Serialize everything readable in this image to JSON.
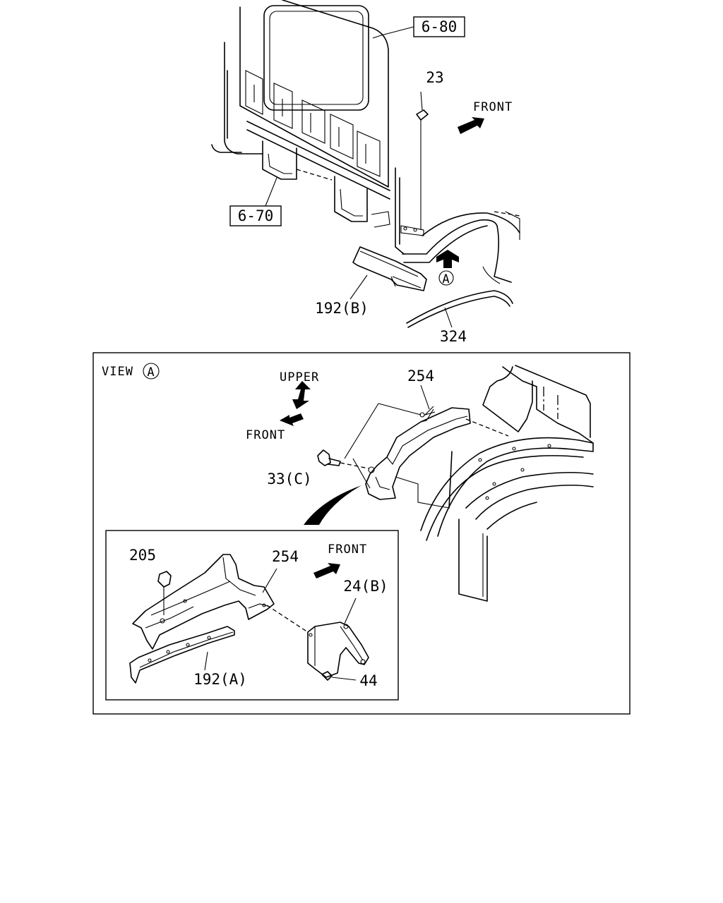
{
  "top": {
    "ref_cab": "6-80",
    "ref_floor": "6-70",
    "part_23": "23",
    "front_label": "FRONT",
    "part_192b": "192(B)",
    "part_324": "324",
    "view_marker": "A"
  },
  "view_a": {
    "title": "VIEW",
    "title_marker": "A",
    "upper_label": "UPPER",
    "front_label": "FRONT",
    "part_254": "254",
    "part_33c": "33(C)"
  },
  "detail": {
    "part_205": "205",
    "part_254": "254",
    "front_label": "FRONT",
    "part_24b": "24(B)",
    "part_192a": "192(A)",
    "part_44": "44"
  }
}
